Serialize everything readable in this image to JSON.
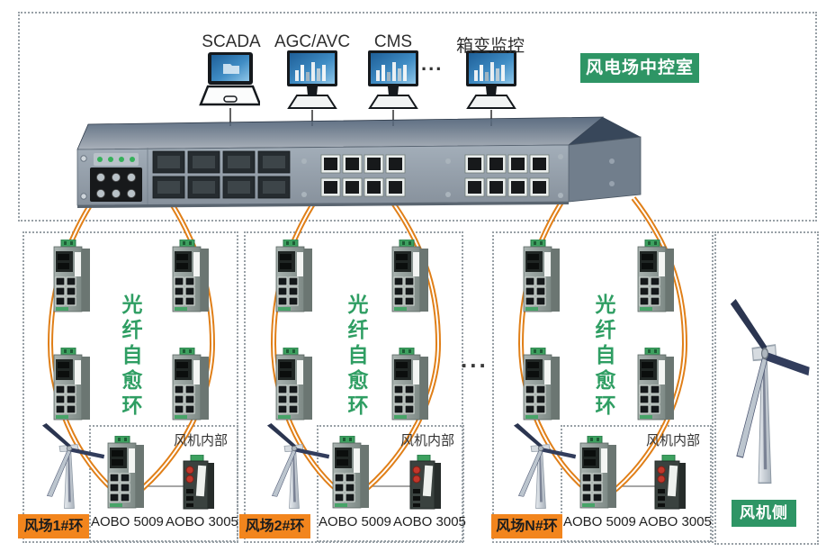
{
  "control_room": {
    "badge": "风电场中控室",
    "ellipsis": "...",
    "computers": [
      {
        "label": "SCADA"
      },
      {
        "label": "AGC/AVC"
      },
      {
        "label": "CMS"
      },
      {
        "label": "箱变监控"
      }
    ]
  },
  "rings": [
    {
      "name": "风场1#环",
      "ring_text": "光纤自愈环",
      "internal_label": "风机内部",
      "device_a": "AOBO 5009",
      "device_b": "AOBO 3005"
    },
    {
      "name": "风场2#环",
      "ring_text": "光纤自愈环",
      "internal_label": "风机内部",
      "device_a": "AOBO 5009",
      "device_b": "AOBO 3005"
    },
    {
      "name": "风场N#环",
      "ring_text": "光纤自愈环",
      "internal_label": "风机内部",
      "device_a": "AOBO 5009",
      "device_b": "AOBO 3005"
    }
  ],
  "rings_gap_ellipsis": "...",
  "turbine_side": {
    "badge": "风机侧"
  },
  "colors": {
    "accent_green": "#2e9565",
    "accent_orange": "#f2851d",
    "ring_text_green": "#2f9e63",
    "cable_orange": "#e07f18"
  }
}
